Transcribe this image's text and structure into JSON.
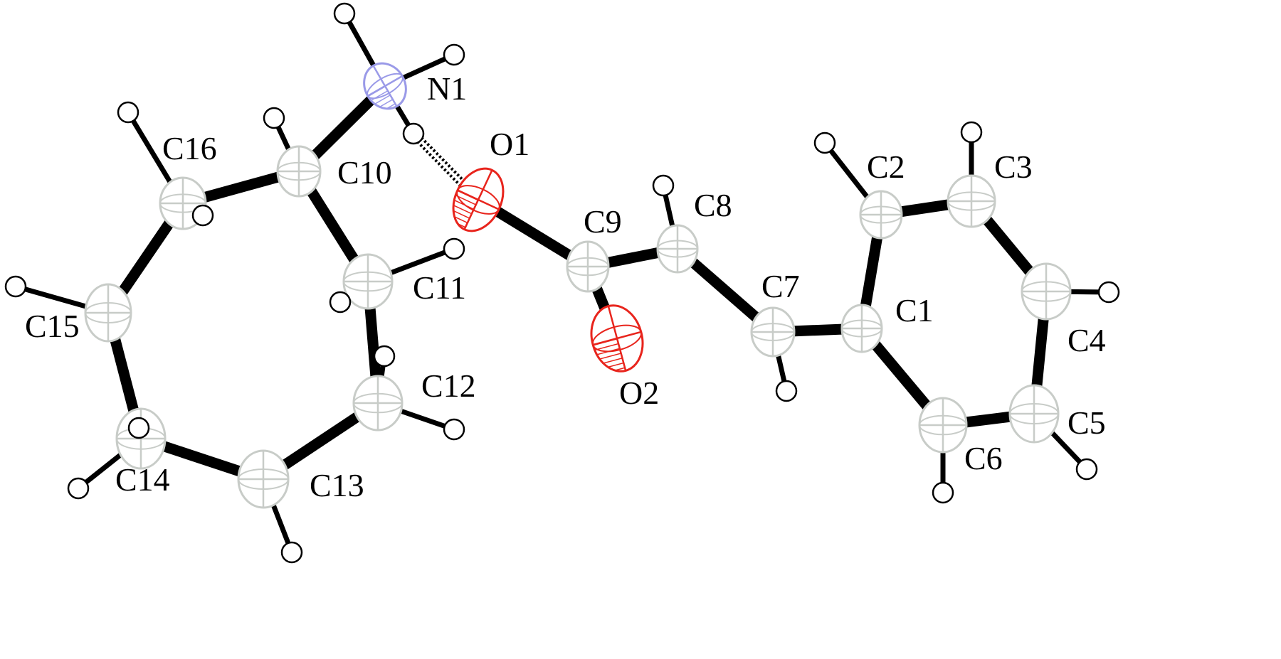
{
  "colors": {
    "carbon": "#c8ccc8",
    "nitrogen": "#9a9ae8",
    "oxygen": "#e8241c",
    "hydrogen": "#ffffff",
    "bond": "#000000"
  },
  "atoms": [
    {
      "id": "N1",
      "element": "N",
      "label": "N1"
    },
    {
      "id": "O1",
      "element": "O",
      "label": "O1"
    },
    {
      "id": "O2",
      "element": "O",
      "label": "O2"
    },
    {
      "id": "C1",
      "element": "C",
      "label": "C1"
    },
    {
      "id": "C2",
      "element": "C",
      "label": "C2"
    },
    {
      "id": "C3",
      "element": "C",
      "label": "C3"
    },
    {
      "id": "C4",
      "element": "C",
      "label": "C4"
    },
    {
      "id": "C5",
      "element": "C",
      "label": "C5"
    },
    {
      "id": "C6",
      "element": "C",
      "label": "C6"
    },
    {
      "id": "C7",
      "element": "C",
      "label": "C7"
    },
    {
      "id": "C8",
      "element": "C",
      "label": "C8"
    },
    {
      "id": "C9",
      "element": "C",
      "label": "C9"
    },
    {
      "id": "C10",
      "element": "C",
      "label": "C10"
    },
    {
      "id": "C11",
      "element": "C",
      "label": "C11"
    },
    {
      "id": "C12",
      "element": "C",
      "label": "C12"
    },
    {
      "id": "C13",
      "element": "C",
      "label": "C13"
    },
    {
      "id": "C14",
      "element": "C",
      "label": "C14"
    },
    {
      "id": "C15",
      "element": "C",
      "label": "C15"
    },
    {
      "id": "C16",
      "element": "C",
      "label": "C16"
    },
    {
      "id": "H1A",
      "element": "H",
      "label": ""
    },
    {
      "id": "H1B",
      "element": "H",
      "label": ""
    },
    {
      "id": "H1C",
      "element": "H",
      "label": ""
    },
    {
      "id": "H2",
      "element": "H",
      "label": ""
    },
    {
      "id": "H3",
      "element": "H",
      "label": ""
    },
    {
      "id": "H4",
      "element": "H",
      "label": ""
    },
    {
      "id": "H5",
      "element": "H",
      "label": ""
    },
    {
      "id": "H6",
      "element": "H",
      "label": ""
    },
    {
      "id": "H7",
      "element": "H",
      "label": ""
    },
    {
      "id": "H8",
      "element": "H",
      "label": ""
    },
    {
      "id": "H10",
      "element": "H",
      "label": ""
    },
    {
      "id": "H11A",
      "element": "H",
      "label": ""
    },
    {
      "id": "H11B",
      "element": "H",
      "label": ""
    },
    {
      "id": "H12A",
      "element": "H",
      "label": ""
    },
    {
      "id": "H12B",
      "element": "H",
      "label": ""
    },
    {
      "id": "H13",
      "element": "H",
      "label": ""
    },
    {
      "id": "H14A",
      "element": "H",
      "label": ""
    },
    {
      "id": "H14B",
      "element": "H",
      "label": ""
    },
    {
      "id": "H15",
      "element": "H",
      "label": ""
    },
    {
      "id": "H16A",
      "element": "H",
      "label": ""
    },
    {
      "id": "H16B",
      "element": "H",
      "label": ""
    }
  ],
  "bonds": [
    {
      "a": "N1",
      "b": "C10",
      "type": "heavy"
    },
    {
      "a": "C10",
      "b": "C16",
      "type": "heavy"
    },
    {
      "a": "C10",
      "b": "C11",
      "type": "heavy"
    },
    {
      "a": "C11",
      "b": "C12",
      "type": "heavy"
    },
    {
      "a": "C12",
      "b": "C13",
      "type": "heavy"
    },
    {
      "a": "C13",
      "b": "C14",
      "type": "heavy"
    },
    {
      "a": "C14",
      "b": "C15",
      "type": "heavy"
    },
    {
      "a": "C15",
      "b": "C16",
      "type": "heavy"
    },
    {
      "a": "O1",
      "b": "C9",
      "type": "heavy"
    },
    {
      "a": "C9",
      "b": "O2",
      "type": "heavy"
    },
    {
      "a": "C9",
      "b": "C8",
      "type": "heavy"
    },
    {
      "a": "C8",
      "b": "C7",
      "type": "heavy"
    },
    {
      "a": "C7",
      "b": "C1",
      "type": "heavy"
    },
    {
      "a": "C1",
      "b": "C2",
      "type": "heavy"
    },
    {
      "a": "C2",
      "b": "C3",
      "type": "heavy"
    },
    {
      "a": "C3",
      "b": "C4",
      "type": "heavy"
    },
    {
      "a": "C4",
      "b": "C5",
      "type": "heavy"
    },
    {
      "a": "C5",
      "b": "C6",
      "type": "heavy"
    },
    {
      "a": "C6",
      "b": "C1",
      "type": "heavy"
    },
    {
      "a": "N1",
      "b": "H1A",
      "type": "h"
    },
    {
      "a": "N1",
      "b": "H1B",
      "type": "h"
    },
    {
      "a": "N1",
      "b": "H1C",
      "type": "h"
    },
    {
      "a": "C2",
      "b": "H2",
      "type": "h"
    },
    {
      "a": "C3",
      "b": "H3",
      "type": "h"
    },
    {
      "a": "C4",
      "b": "H4",
      "type": "h"
    },
    {
      "a": "C5",
      "b": "H5",
      "type": "h"
    },
    {
      "a": "C6",
      "b": "H6",
      "type": "h"
    },
    {
      "a": "C7",
      "b": "H7",
      "type": "h"
    },
    {
      "a": "C8",
      "b": "H8",
      "type": "h"
    },
    {
      "a": "C10",
      "b": "H10",
      "type": "h"
    },
    {
      "a": "C11",
      "b": "H11A",
      "type": "h"
    },
    {
      "a": "C11",
      "b": "H11B",
      "type": "h"
    },
    {
      "a": "C12",
      "b": "H12A",
      "type": "h"
    },
    {
      "a": "C12",
      "b": "H12B",
      "type": "h"
    },
    {
      "a": "C13",
      "b": "H13",
      "type": "h"
    },
    {
      "a": "C14",
      "b": "H14A",
      "type": "h"
    },
    {
      "a": "C14",
      "b": "H14B",
      "type": "h"
    },
    {
      "a": "C15",
      "b": "H15",
      "type": "h"
    },
    {
      "a": "C16",
      "b": "H16A",
      "type": "h"
    },
    {
      "a": "C16",
      "b": "H16B",
      "type": "h"
    },
    {
      "a": "H1C",
      "b": "O1",
      "type": "hydrogen-bond"
    }
  ]
}
